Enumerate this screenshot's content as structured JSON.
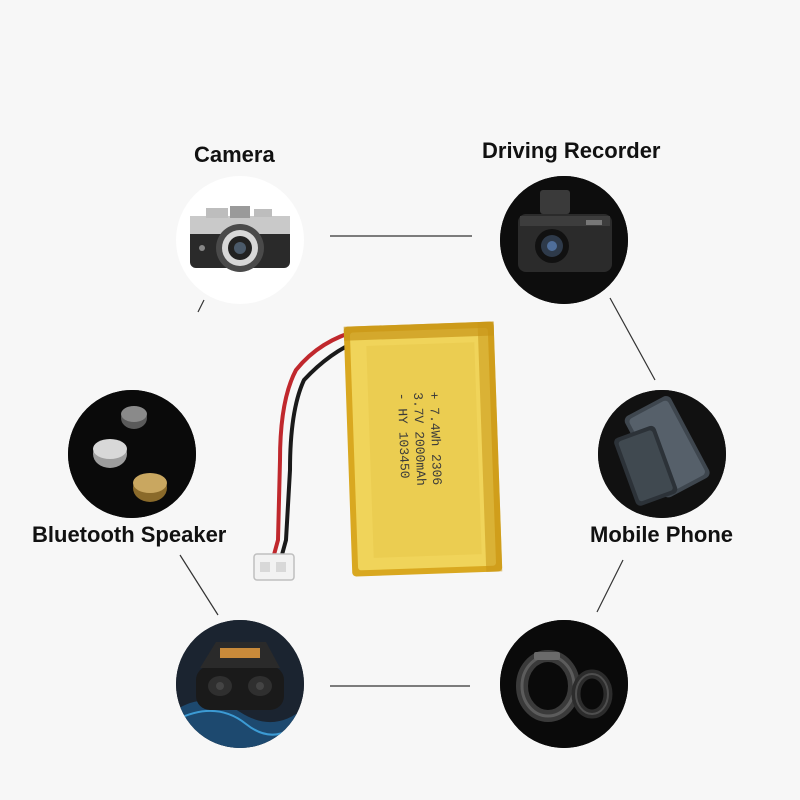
{
  "labels": {
    "camera": "Camera",
    "driving_recorder": "Driving Recorder",
    "bluetooth_speaker": "Bluetooth Speaker",
    "mobile_phone": "Mobile Phone"
  },
  "battery": {
    "line1": "- HY  103450",
    "line2": "3.7V  2000mAh",
    "line3": "+ 7.4Wh  2306"
  },
  "colors": {
    "background": "#f7f7f7",
    "battery_body": "#e8c64a",
    "battery_wrap": "#d9a820",
    "wire_red": "#c0282d",
    "wire_black": "#1a1a1a"
  },
  "icons": [
    "camera-photo",
    "dashcam-photo",
    "button-cells-photo",
    "phone-panels-photo",
    "earbuds-case-photo",
    "smart-ring-photo"
  ]
}
